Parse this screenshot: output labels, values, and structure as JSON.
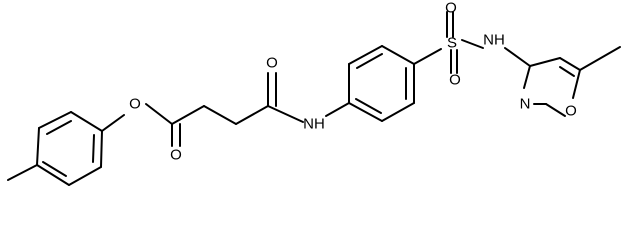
{
  "molecule": {
    "atom_labels": {
      "ester_o": "O",
      "carbonyl_o_ester": "O",
      "carbonyl_o_amide": "O",
      "amide_nh": "NH",
      "sulfur": "S",
      "sulfonyl_o_left": "O",
      "sulfonyl_o_right": "O",
      "sulfonamide_nh": "NH",
      "isoxazole_n": "N",
      "isoxazole_o": "O"
    }
  }
}
